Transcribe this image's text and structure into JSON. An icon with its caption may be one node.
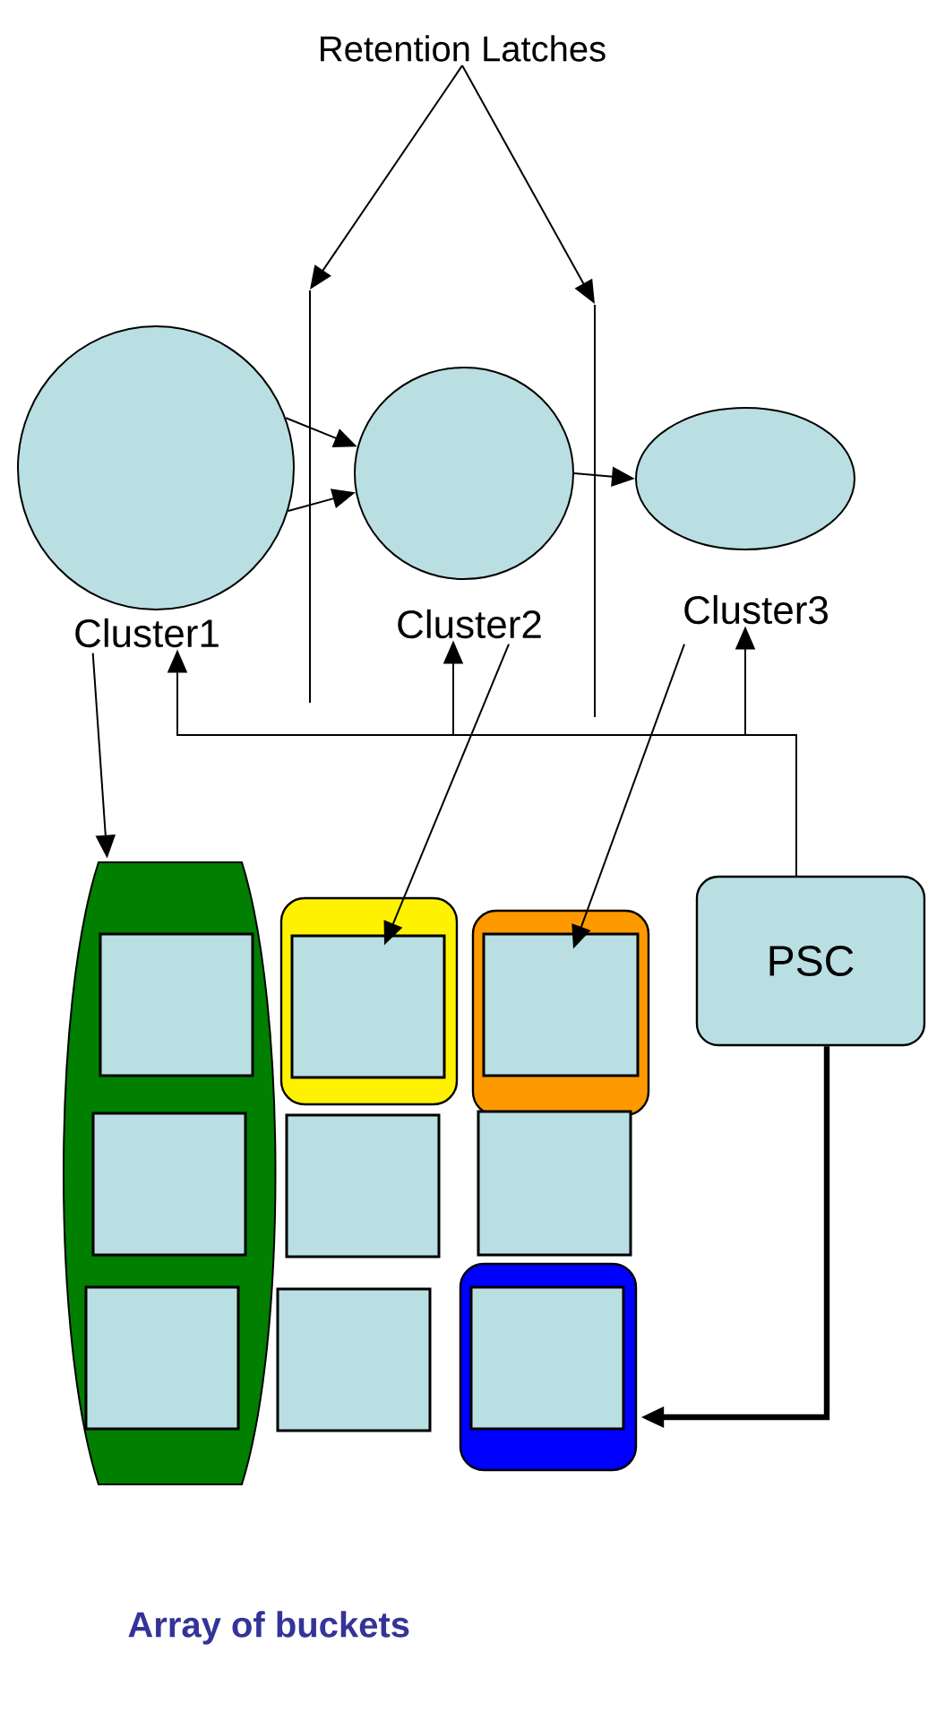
{
  "diagram": {
    "caption": "Array of buckets",
    "nodes": [
      {
        "text": [
          "Retention Latches"
        ]
      },
      {
        "text": [],
        "shape": "bar"
      },
      {
        "text": [],
        "shape": "bar"
      },
      {
        "text": [
          "Cluster1"
        ]
      },
      {
        "text": [
          "Cluster2"
        ]
      },
      {
        "text": [
          "Cluster3"
        ]
      },
      {
        "text": [
          "PSC"
        ]
      },
      {
        "text": [],
        "shape": "box"
      },
      {
        "text": [],
        "shape": "box",
        "in": 7
      },
      {
        "text": [],
        "shape": "box",
        "in": 7
      },
      {
        "text": [],
        "shape": "box",
        "in": 7
      },
      {
        "text": [],
        "shape": "box"
      },
      {
        "text": [],
        "shape": "box",
        "in": 11
      },
      {
        "text": [],
        "shape": "box"
      },
      {
        "text": [],
        "shape": "box",
        "in": 13
      },
      {
        "text": [],
        "shape": "box"
      },
      {
        "text": [],
        "shape": "box"
      },
      {
        "text": [],
        "shape": "box"
      },
      {
        "text": [],
        "shape": "box"
      },
      {
        "text": [],
        "shape": "box",
        "in": 18
      }
    ],
    "edges": [
      {
        "from": 0,
        "to": 1,
        "arrow": "to"
      },
      {
        "from": 0,
        "to": 2,
        "arrow": "to"
      },
      {
        "from": 3,
        "to": 4,
        "arrow": "to"
      },
      {
        "from": 3,
        "to": 4,
        "arrow": "to"
      },
      {
        "from": 4,
        "to": 5,
        "arrow": "to"
      },
      {
        "from": 6,
        "to": 3,
        "arrow": "to"
      },
      {
        "from": 6,
        "to": 4,
        "arrow": "to"
      },
      {
        "from": 6,
        "to": 5,
        "arrow": "to"
      },
      {
        "from": 3,
        "to": 7,
        "arrow": "to"
      },
      {
        "from": 4,
        "to": 12,
        "arrow": "to"
      },
      {
        "from": 5,
        "to": 14,
        "arrow": "to"
      },
      {
        "from": 6,
        "to": 18,
        "arrow": "to",
        "style": "thick"
      }
    ]
  }
}
